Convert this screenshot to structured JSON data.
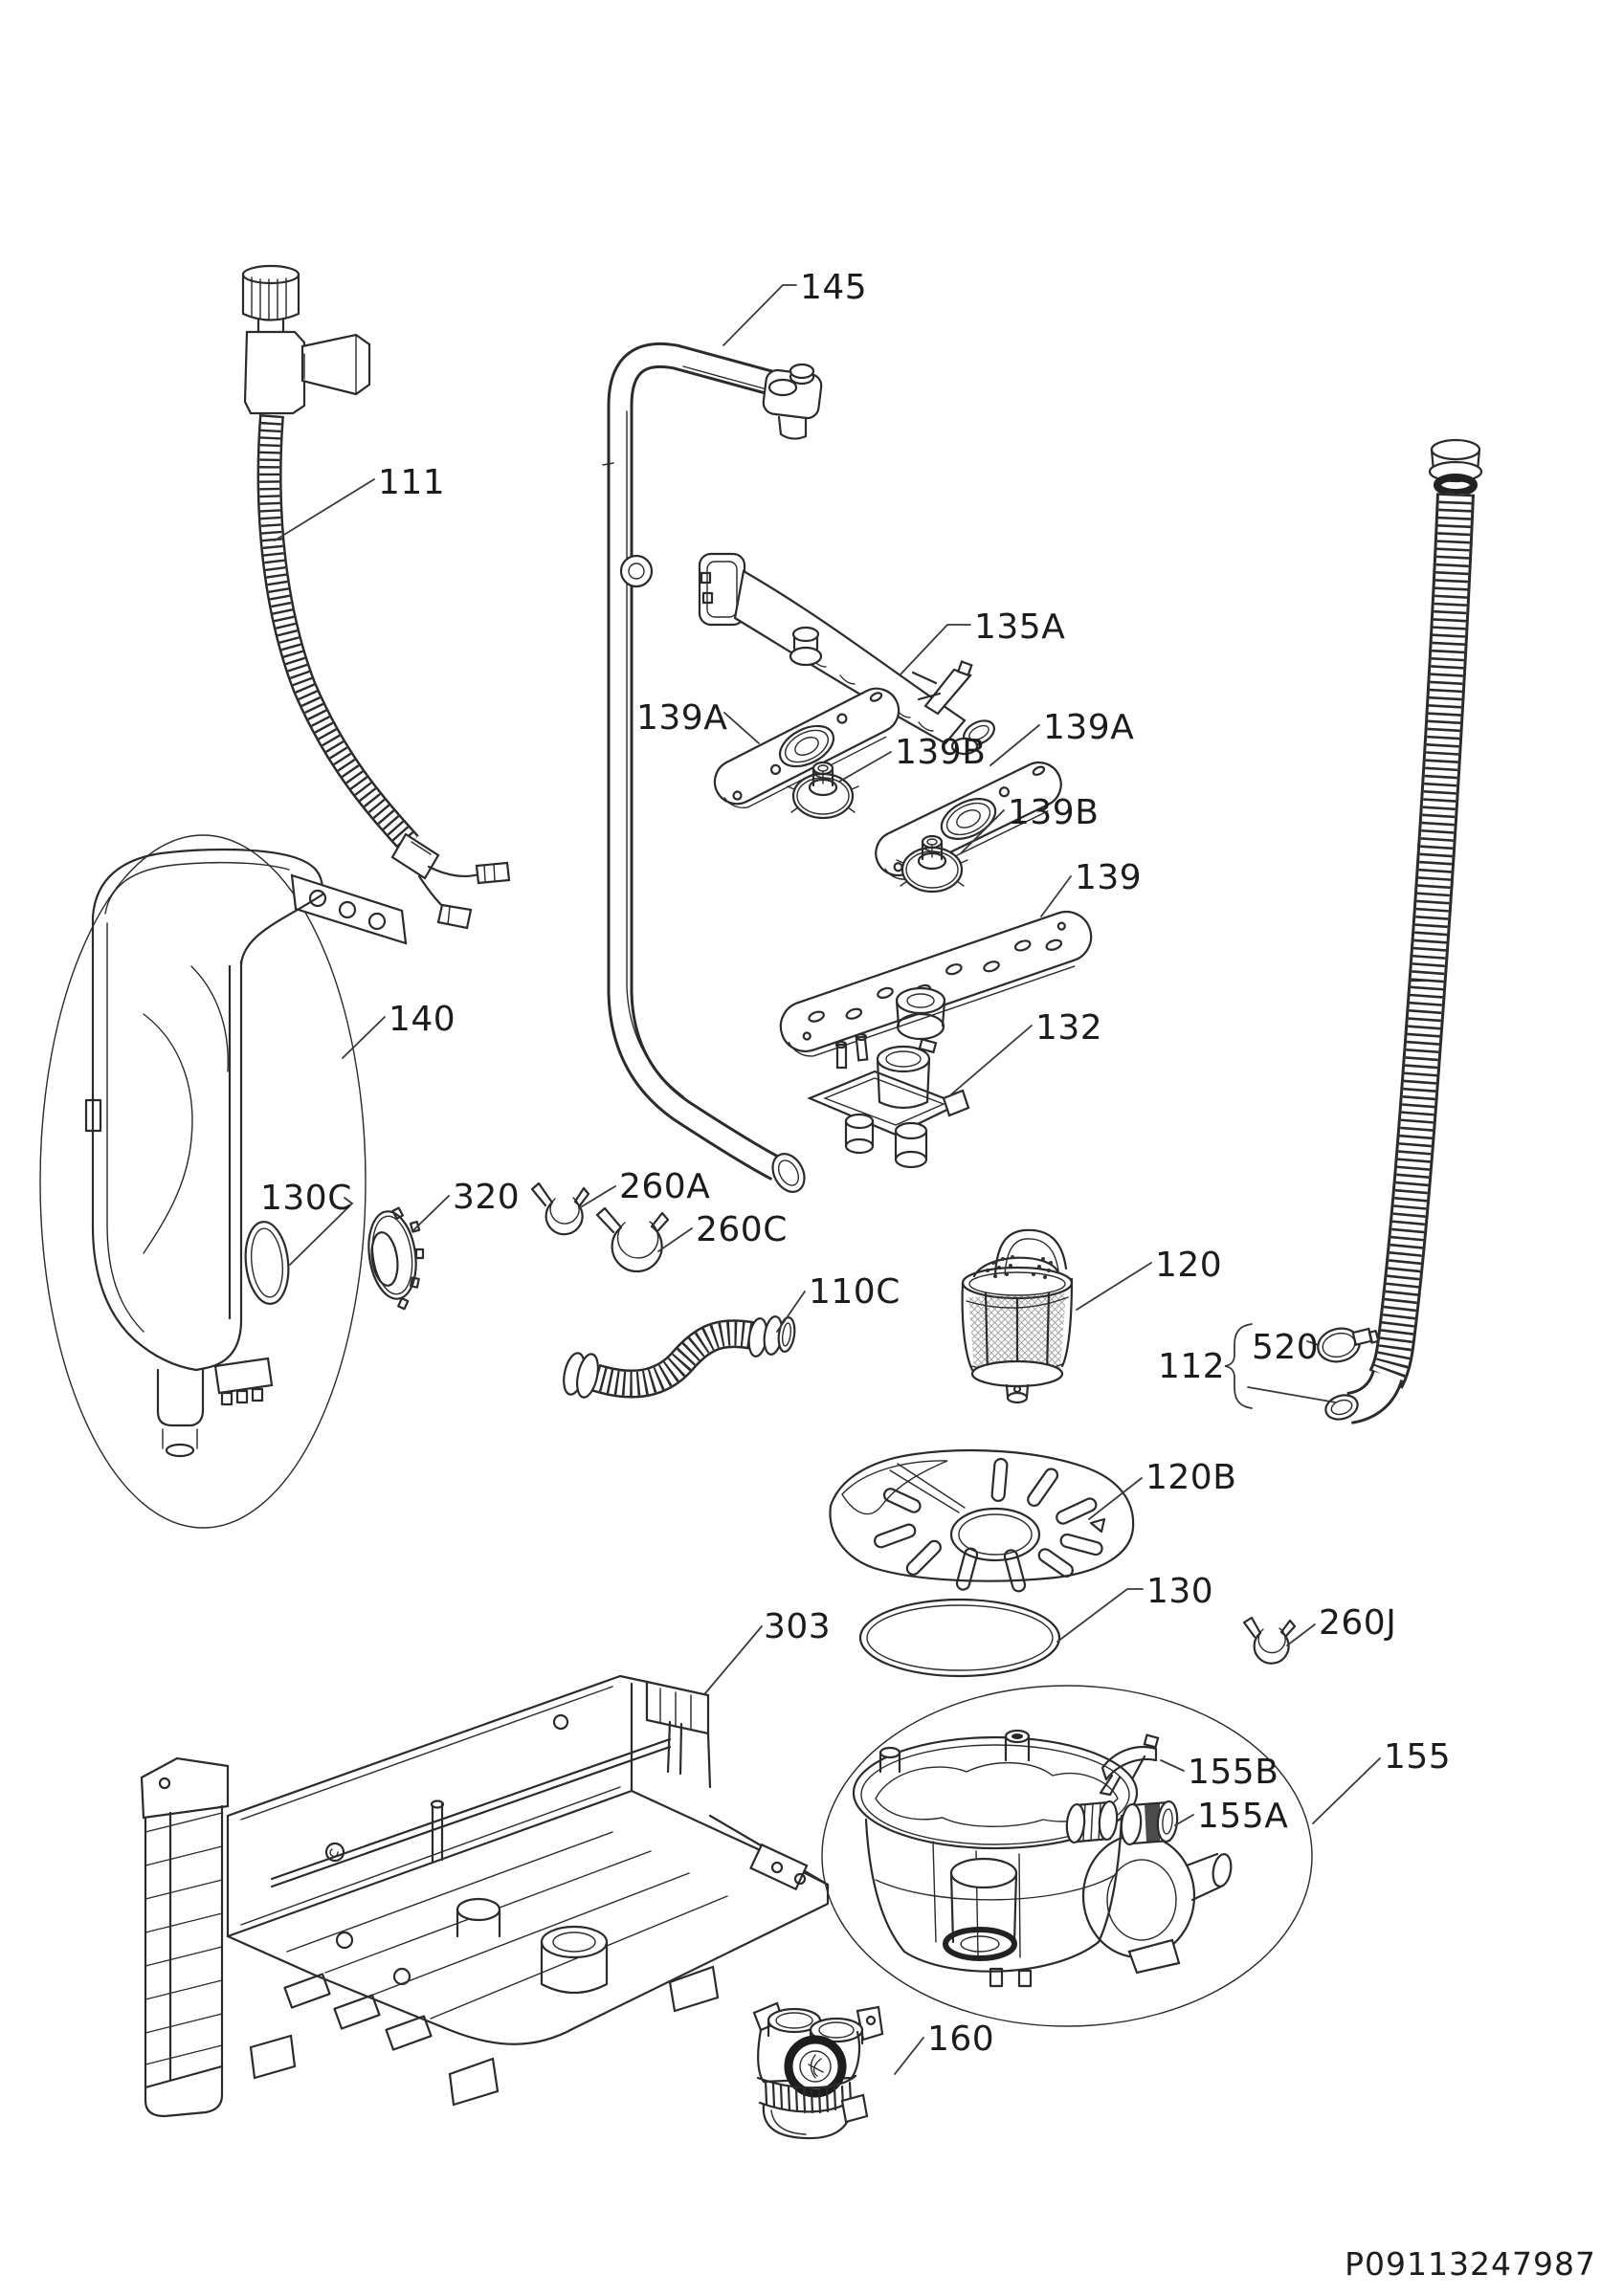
{
  "diagram": {
    "kind": "appliance-exploded-parts-diagram",
    "footer": {
      "code": "P09113247987"
    },
    "colors": {
      "line": "#2b2b2b",
      "label": "#1c1c1c",
      "background": "#ffffff"
    },
    "parts": [
      {
        "ref": "145"
      },
      {
        "ref": "111"
      },
      {
        "ref": "135A"
      },
      {
        "ref": "139A"
      },
      {
        "ref": "139B"
      },
      {
        "ref": "139A"
      },
      {
        "ref": "139B"
      },
      {
        "ref": "139"
      },
      {
        "ref": "132"
      },
      {
        "ref": "140"
      },
      {
        "ref": "130C"
      },
      {
        "ref": "320"
      },
      {
        "ref": "260A"
      },
      {
        "ref": "260C"
      },
      {
        "ref": "110C"
      },
      {
        "ref": "120"
      },
      {
        "ref": "112"
      },
      {
        "ref": "520"
      },
      {
        "ref": "120B"
      },
      {
        "ref": "130"
      },
      {
        "ref": "260J"
      },
      {
        "ref": "303"
      },
      {
        "ref": "155B"
      },
      {
        "ref": "155A"
      },
      {
        "ref": "155"
      },
      {
        "ref": "160"
      }
    ]
  }
}
